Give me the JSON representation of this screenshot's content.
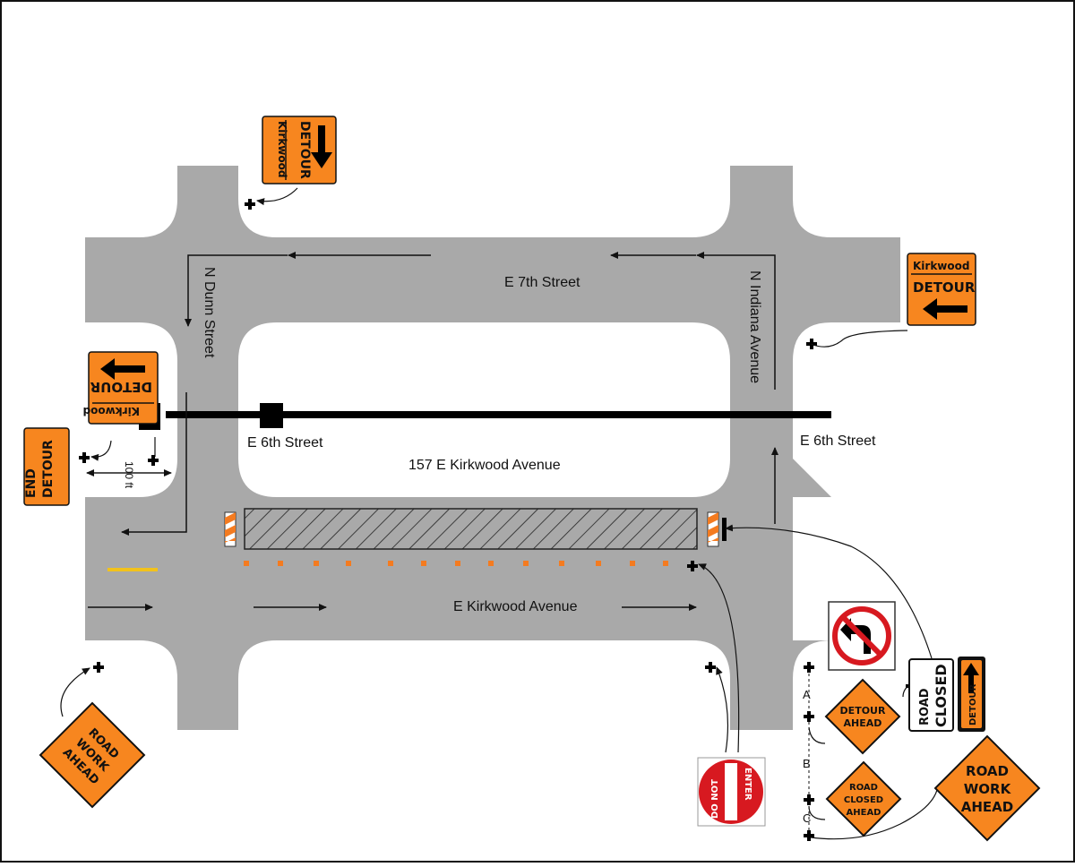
{
  "streets": {
    "e_7th": "E 7th Street",
    "n_dunn": "N Dunn Street",
    "n_indiana": "N Indiana Avenue",
    "e_6th_left": "E 6th Street",
    "e_6th_right": "E 6th Street",
    "e_kirkwood": "E Kirkwood Avenue",
    "address": "157 E Kirkwood Avenue"
  },
  "measurement": "100 ft",
  "spacing_labels": {
    "a": "A",
    "b": "B",
    "c": "C"
  },
  "signs": {
    "detour_kirkwood_down": {
      "top": "Kirkwood",
      "main": "DETOUR"
    },
    "detour_kirkwood_left": {
      "top": "Kirkwood",
      "main": "DETOUR"
    },
    "detour_kirkwood_flipped": {
      "top": "Kirkwood",
      "main": "DETOUR"
    },
    "end_detour": {
      "line1": "END",
      "line2": "DETOUR"
    },
    "road_work_ahead_left": {
      "line1": "ROAD",
      "line2": "WORK",
      "line3": "AHEAD"
    },
    "road_work_ahead_right": {
      "line1": "ROAD",
      "line2": "WORK",
      "line3": "AHEAD"
    },
    "detour_ahead": {
      "line1": "DETOUR",
      "line2": "AHEAD"
    },
    "road_closed_ahead": {
      "line1": "ROAD",
      "line2": "CLOSED",
      "line3": "AHEAD"
    },
    "road_closed": {
      "line1": "ROAD",
      "line2": "CLOSED"
    },
    "detour_arrow": {
      "text": "DETOUR"
    },
    "do_not_enter": {
      "line1": "DO NOT",
      "line2": "ENTER"
    },
    "no_left_turn": {
      "icon": "no-left-turn-icon"
    }
  },
  "colors": {
    "road": "#a9a9a9",
    "sign_orange": "#f7861f",
    "cone_orange": "#f47b20",
    "centerline_yellow": "#f2c21b",
    "do_not_enter_red": "#d71920"
  }
}
